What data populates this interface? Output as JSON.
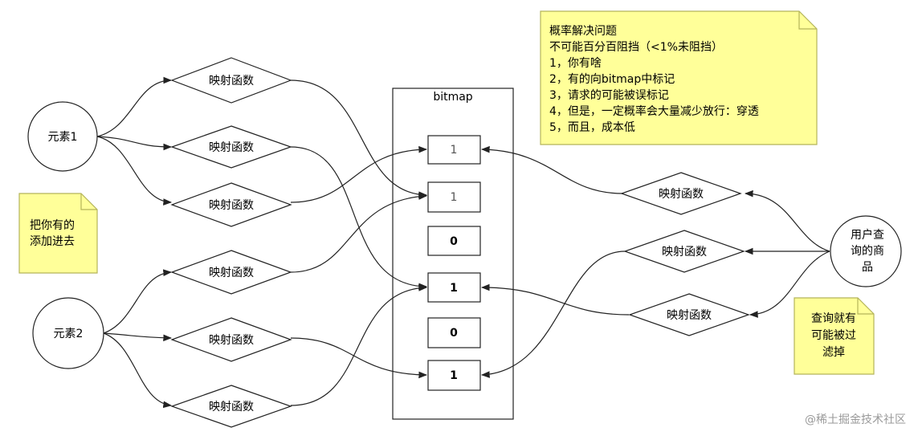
{
  "diagram": {
    "left_elements": [
      {
        "id": "e1",
        "label": "元素1"
      },
      {
        "id": "e2",
        "label": "元素2"
      }
    ],
    "query_element": {
      "label_lines": [
        "用户查",
        "询的商",
        "品"
      ]
    },
    "mapping_label": "映射函数",
    "bitmap": {
      "title": "bitmap",
      "cells": [
        {
          "value": "1",
          "bold": false
        },
        {
          "value": "1",
          "bold": false
        },
        {
          "value": "0",
          "bold": true
        },
        {
          "value": "1",
          "bold": true
        },
        {
          "value": "0",
          "bold": true
        },
        {
          "value": "1",
          "bold": true
        }
      ]
    },
    "notes": {
      "main": {
        "lines": [
          "概率解决问题",
          "不可能百分百阻挡（<1%未阻挡）",
          "1，你有啥",
          "2，有的向bitmap中标记",
          "3，请求的可能被误标记",
          "4，但是，一定概率会大量减少放行：穿透",
          "5，而且，成本低"
        ]
      },
      "add": {
        "lines": [
          "把你有的",
          "添加进去"
        ]
      },
      "filter": {
        "lines": [
          "查询就有",
          "可能被过",
          "滤掉"
        ]
      }
    },
    "colors": {
      "note_fill": "#ffff99",
      "note_stroke": "#b5b55a",
      "line": "#222222"
    }
  },
  "watermark": "@稀土掘金技术社区"
}
